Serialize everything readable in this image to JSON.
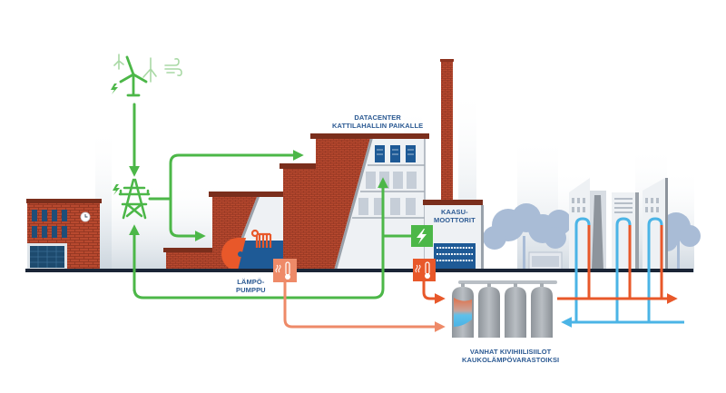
{
  "diagram": {
    "labels": {
      "datacenter": [
        "DATACENTER",
        "KATTILAHALLIN PAIKALLE"
      ],
      "gas_engines": [
        "KAASU-",
        "MOOTTORIT"
      ],
      "heat_pump": [
        "LÄMPÖ-",
        "PUMPPU"
      ],
      "storage": [
        "VANHAT KIVIHIILISIILOT",
        "KAUKOLÄMPÖVARASTOIKSI"
      ]
    },
    "icons": {
      "wind": "wind-turbines-icon",
      "grid": "power-tower-icon",
      "electric": "lightning-bolt-icon",
      "thermometer": "thermometer-icon",
      "clock": "clock-icon"
    },
    "colors": {
      "electricity": "#4cb748",
      "hot_water": "#e8582a",
      "heat_pump_flow": "#ee8a68",
      "cold_water": "#4bb4e6",
      "brick": "#b5482e",
      "roof": "#7a2e1c",
      "label_text": "#2c5a93",
      "ground": "#1a2536"
    },
    "flows": [
      {
        "from": "wind-turbines",
        "to": "power-grid",
        "kind": "electricity"
      },
      {
        "from": "power-grid",
        "to": "datacenter",
        "kind": "electricity"
      },
      {
        "from": "power-grid",
        "to": "heat-pump-hall",
        "kind": "electricity"
      },
      {
        "from": "gas-engines",
        "to": "datacenter",
        "kind": "electricity"
      },
      {
        "from": "gas-engines",
        "to": "power-grid",
        "kind": "electricity"
      },
      {
        "from": "heat-pump",
        "to": "storage-silos",
        "kind": "heat"
      },
      {
        "from": "gas-engines",
        "to": "storage-silos",
        "kind": "heat"
      },
      {
        "from": "storage-silos",
        "to": "city-buildings",
        "kind": "hot-water"
      },
      {
        "from": "city-buildings",
        "to": "storage-silos",
        "kind": "cold-water"
      }
    ]
  }
}
